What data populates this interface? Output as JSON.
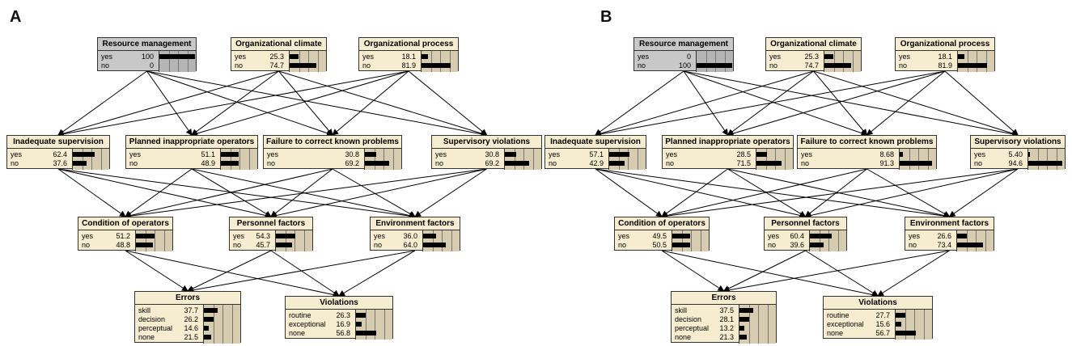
{
  "panels": [
    {
      "label": "A",
      "nodes": [
        {
          "id": "rm",
          "title": "Resource management",
          "grey": true,
          "states": [
            {
              "label": "yes",
              "value": "100",
              "frac": 1.0
            },
            {
              "label": "no",
              "value": "0",
              "frac": 0.0
            }
          ]
        },
        {
          "id": "oc",
          "title": "Organizational climate",
          "states": [
            {
              "label": "yes",
              "value": "25.3",
              "frac": 0.253
            },
            {
              "label": "no",
              "value": "74.7",
              "frac": 0.747
            }
          ]
        },
        {
          "id": "op",
          "title": "Organizational process",
          "states": [
            {
              "label": "yes",
              "value": "18.1",
              "frac": 0.181
            },
            {
              "label": "no",
              "value": "81.9",
              "frac": 0.819
            }
          ]
        },
        {
          "id": "is",
          "title": "Inadequate supervision",
          "states": [
            {
              "label": "yes",
              "value": "62.4",
              "frac": 0.624
            },
            {
              "label": "no",
              "value": "37.6",
              "frac": 0.376
            }
          ]
        },
        {
          "id": "pio",
          "title": "Planned inappropriate operators",
          "states": [
            {
              "label": "yes",
              "value": "51.1",
              "frac": 0.511
            },
            {
              "label": "no",
              "value": "48.9",
              "frac": 0.489
            }
          ]
        },
        {
          "id": "fck",
          "title": "Failure to correct known problems",
          "states": [
            {
              "label": "yes",
              "value": "30.8",
              "frac": 0.308
            },
            {
              "label": "no",
              "value": "69.2",
              "frac": 0.692
            }
          ]
        },
        {
          "id": "sv",
          "title": "Supervisory violations",
          "states": [
            {
              "label": "yes",
              "value": "30.8",
              "frac": 0.308
            },
            {
              "label": "no",
              "value": "69.2",
              "frac": 0.692
            }
          ]
        },
        {
          "id": "co",
          "title": "Condition of operators",
          "states": [
            {
              "label": "yes",
              "value": "51.2",
              "frac": 0.512
            },
            {
              "label": "no",
              "value": "48.8",
              "frac": 0.488
            }
          ]
        },
        {
          "id": "pf",
          "title": "Personnel factors",
          "states": [
            {
              "label": "yes",
              "value": "54.3",
              "frac": 0.543
            },
            {
              "label": "no",
              "value": "45.7",
              "frac": 0.457
            }
          ]
        },
        {
          "id": "ef",
          "title": "Environment factors",
          "states": [
            {
              "label": "yes",
              "value": "36.0",
              "frac": 0.36
            },
            {
              "label": "no",
              "value": "64.0",
              "frac": 0.64
            }
          ]
        },
        {
          "id": "er",
          "title": "Errors",
          "states": [
            {
              "label": "skill",
              "value": "37.7",
              "frac": 0.377
            },
            {
              "label": "decision",
              "value": "26.2",
              "frac": 0.262
            },
            {
              "label": "perceptual",
              "value": "14.6",
              "frac": 0.146
            },
            {
              "label": "none",
              "value": "21.5",
              "frac": 0.215
            }
          ]
        },
        {
          "id": "vi",
          "title": "Violations",
          "states": [
            {
              "label": "routine",
              "value": "26.3",
              "frac": 0.263
            },
            {
              "label": "exceptional",
              "value": "16.9",
              "frac": 0.169
            },
            {
              "label": "none",
              "value": "56.8",
              "frac": 0.568
            }
          ]
        }
      ]
    },
    {
      "label": "B",
      "nodes": [
        {
          "id": "rm",
          "title": "Resource management",
          "grey": true,
          "states": [
            {
              "label": "yes",
              "value": "0",
              "frac": 0.0
            },
            {
              "label": "no",
              "value": "100",
              "frac": 1.0
            }
          ]
        },
        {
          "id": "oc",
          "title": "Organizational climate",
          "states": [
            {
              "label": "yes",
              "value": "25.3",
              "frac": 0.253
            },
            {
              "label": "no",
              "value": "74.7",
              "frac": 0.747
            }
          ]
        },
        {
          "id": "op",
          "title": "Organizational process",
          "states": [
            {
              "label": "yes",
              "value": "18.1",
              "frac": 0.181
            },
            {
              "label": "no",
              "value": "81.9",
              "frac": 0.819
            }
          ]
        },
        {
          "id": "is",
          "title": "Inadequate supervision",
          "states": [
            {
              "label": "yes",
              "value": "57.1",
              "frac": 0.571
            },
            {
              "label": "no",
              "value": "42.9",
              "frac": 0.429
            }
          ]
        },
        {
          "id": "pio",
          "title": "Planned inappropriate operators",
          "states": [
            {
              "label": "yes",
              "value": "28.5",
              "frac": 0.285
            },
            {
              "label": "no",
              "value": "71.5",
              "frac": 0.715
            }
          ]
        },
        {
          "id": "fck",
          "title": "Failure to correct known problems",
          "states": [
            {
              "label": "yes",
              "value": "8.68",
              "frac": 0.0868
            },
            {
              "label": "no",
              "value": "91.3",
              "frac": 0.913
            }
          ]
        },
        {
          "id": "sv",
          "title": "Supervisory violations",
          "states": [
            {
              "label": "yes",
              "value": "5.40",
              "frac": 0.054
            },
            {
              "label": "no",
              "value": "94.6",
              "frac": 0.946
            }
          ]
        },
        {
          "id": "co",
          "title": "Condition of operators",
          "states": [
            {
              "label": "yes",
              "value": "49.5",
              "frac": 0.495
            },
            {
              "label": "no",
              "value": "50.5",
              "frac": 0.505
            }
          ]
        },
        {
          "id": "pf",
          "title": "Personnel factors",
          "states": [
            {
              "label": "yes",
              "value": "60.4",
              "frac": 0.604
            },
            {
              "label": "no",
              "value": "39.6",
              "frac": 0.396
            }
          ]
        },
        {
          "id": "ef",
          "title": "Environment factors",
          "states": [
            {
              "label": "yes",
              "value": "26.6",
              "frac": 0.266
            },
            {
              "label": "no",
              "value": "73.4",
              "frac": 0.734
            }
          ]
        },
        {
          "id": "er",
          "title": "Errors",
          "states": [
            {
              "label": "skill",
              "value": "37.5",
              "frac": 0.375
            },
            {
              "label": "decision",
              "value": "28.1",
              "frac": 0.281
            },
            {
              "label": "perceptual",
              "value": "13.2",
              "frac": 0.132
            },
            {
              "label": "none",
              "value": "21.3",
              "frac": 0.213
            }
          ]
        },
        {
          "id": "vi",
          "title": "Violations",
          "states": [
            {
              "label": "routine",
              "value": "27.7",
              "frac": 0.277
            },
            {
              "label": "exceptional",
              "value": "15.6",
              "frac": 0.156
            },
            {
              "label": "none",
              "value": "56.7",
              "frac": 0.567
            }
          ]
        }
      ]
    }
  ],
  "edges": [
    [
      "rm",
      "is"
    ],
    [
      "rm",
      "pio"
    ],
    [
      "rm",
      "fck"
    ],
    [
      "rm",
      "sv"
    ],
    [
      "oc",
      "is"
    ],
    [
      "oc",
      "pio"
    ],
    [
      "oc",
      "fck"
    ],
    [
      "oc",
      "sv"
    ],
    [
      "op",
      "is"
    ],
    [
      "op",
      "pio"
    ],
    [
      "op",
      "fck"
    ],
    [
      "op",
      "sv"
    ],
    [
      "is",
      "co"
    ],
    [
      "is",
      "pf"
    ],
    [
      "is",
      "ef"
    ],
    [
      "pio",
      "co"
    ],
    [
      "pio",
      "pf"
    ],
    [
      "pio",
      "ef"
    ],
    [
      "fck",
      "co"
    ],
    [
      "fck",
      "pf"
    ],
    [
      "fck",
      "ef"
    ],
    [
      "sv",
      "co"
    ],
    [
      "sv",
      "pf"
    ],
    [
      "sv",
      "ef"
    ],
    [
      "co",
      "er"
    ],
    [
      "co",
      "vi"
    ],
    [
      "pf",
      "er"
    ],
    [
      "pf",
      "vi"
    ],
    [
      "ef",
      "er"
    ],
    [
      "ef",
      "vi"
    ]
  ],
  "colors": {
    "node": "#f6ecd0",
    "node_grey": "#c8c8c8",
    "bar": "#000000",
    "edge": "#000000"
  }
}
